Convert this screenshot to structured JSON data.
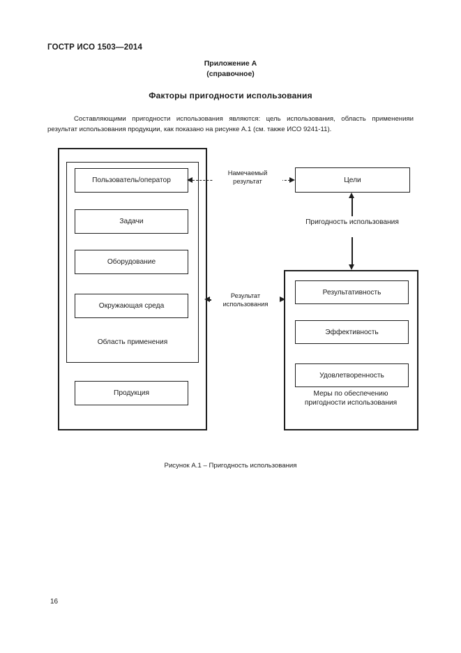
{
  "document": {
    "standard_header": "ГОСТР ИСО 1503—2014",
    "annex_label": "Приложение А",
    "annex_type": "(справочное)",
    "section_title": "Факторы пригодности использования",
    "paragraph": "Составляющими пригодности использования являются: цель использования, область примененияи результат использования продукции, как показано на рисунке А.1 (см. также ИСО 9241-11).",
    "figure_caption": "Рисунок А.1 – Пригодность использования",
    "page_number": "16"
  },
  "figure": {
    "left_group": {
      "scope_label": "Область применения",
      "boxes": [
        {
          "label": "Пользователь/оператор"
        },
        {
          "label": "Задачи"
        },
        {
          "label": "Оборудование"
        },
        {
          "label": "Окружающая среда"
        }
      ],
      "outside_box": {
        "label": "Продукция"
      }
    },
    "goals_box": {
      "label": "Цели"
    },
    "usability_label": "Пригодность использования",
    "right_group": {
      "boxes": [
        {
          "label": "Результативность"
        },
        {
          "label": "Эффективность"
        },
        {
          "label": "Удовлетворенность"
        }
      ],
      "measures_label_line1": "Меры по обеспечению",
      "measures_label_line2": "пригодности использования"
    },
    "arrows": {
      "intended_outcome_line1": "Намечаемый",
      "intended_outcome_line2": "результат",
      "use_result_line1": "Результат",
      "use_result_line2": "использования"
    }
  },
  "colors": {
    "ink": "#1d1d1d",
    "paper": "#ffffff"
  }
}
